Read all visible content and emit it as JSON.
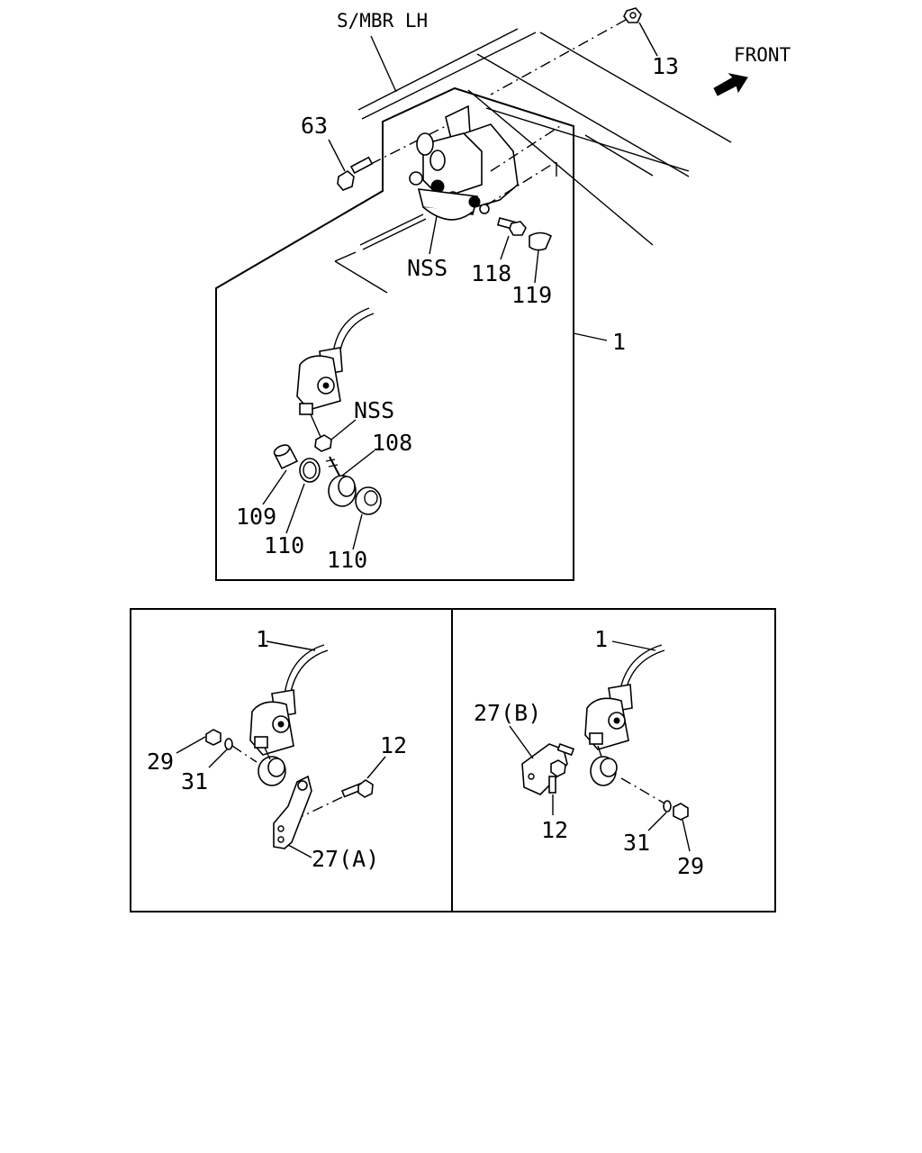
{
  "top": {
    "member_label": "S/MBR LH",
    "front_label": "FRONT",
    "callouts": {
      "c13": "13",
      "c63": "63",
      "nss_upper": "NSS",
      "c118": "118",
      "c119": "119",
      "c1": "1",
      "nss_lower": "NSS",
      "c108": "108",
      "c109": "109",
      "c110a": "110",
      "c110b": "110"
    }
  },
  "left_panel": {
    "c1": "1",
    "c29": "29",
    "c31": "31",
    "c12": "12",
    "c27a": "27(A)"
  },
  "right_panel": {
    "c1": "1",
    "c27b": "27(B)",
    "c12": "12",
    "c31": "31",
    "c29": "29"
  }
}
